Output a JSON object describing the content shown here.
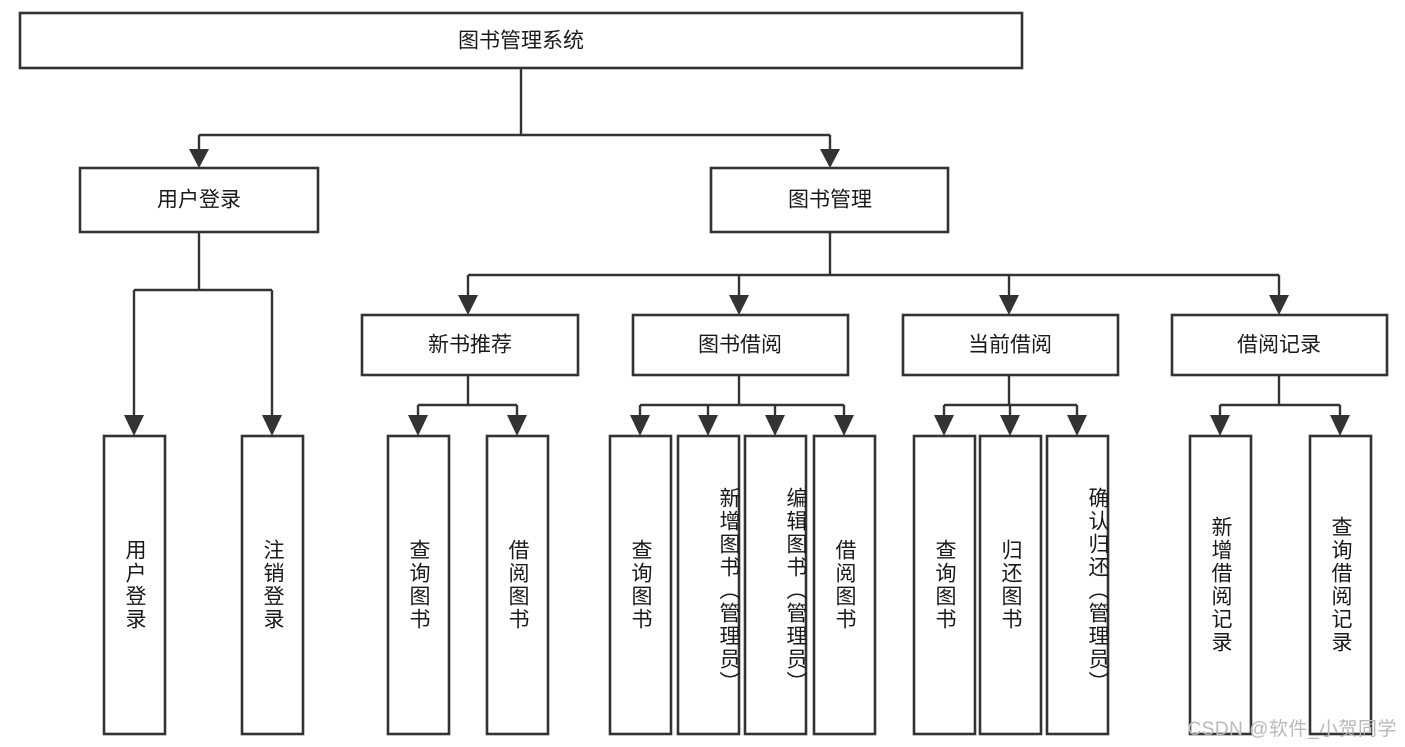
{
  "diagram": {
    "title": "图书管理系统",
    "type": "hierarchy-tree",
    "root": {
      "label": "图书管理系统"
    },
    "level2": [
      {
        "id": "user-login",
        "label": "用户登录"
      },
      {
        "id": "book-management",
        "label": "图书管理"
      }
    ],
    "level3": [
      {
        "id": "new-book-recommend",
        "label": "新书推荐",
        "parent": "book-management"
      },
      {
        "id": "book-borrow",
        "label": "图书借阅",
        "parent": "book-management"
      },
      {
        "id": "current-borrow",
        "label": "当前借阅",
        "parent": "book-management"
      },
      {
        "id": "borrow-record",
        "label": "借阅记录",
        "parent": "book-management"
      }
    ],
    "leaves": [
      {
        "id": "leaf-user-login",
        "label": "用户登录",
        "parent": "user-login"
      },
      {
        "id": "leaf-user-logout",
        "label": "注销登录",
        "parent": "user-login"
      },
      {
        "id": "leaf-query-book-1",
        "label": "查询图书",
        "parent": "new-book-recommend"
      },
      {
        "id": "leaf-borrow-book-1",
        "label": "借阅图书",
        "parent": "new-book-recommend"
      },
      {
        "id": "leaf-query-book-2",
        "label": "查询图书",
        "parent": "book-borrow"
      },
      {
        "id": "leaf-add-book",
        "label": "新增图书（管理员）",
        "parent": "book-borrow"
      },
      {
        "id": "leaf-edit-book",
        "label": "编辑图书（管理员）",
        "parent": "book-borrow"
      },
      {
        "id": "leaf-borrow-book-2",
        "label": "借阅图书",
        "parent": "book-borrow"
      },
      {
        "id": "leaf-query-book-3",
        "label": "查询图书",
        "parent": "current-borrow"
      },
      {
        "id": "leaf-return-book",
        "label": "归还图书",
        "parent": "current-borrow"
      },
      {
        "id": "leaf-confirm-return",
        "label": "确认归还（管理员）",
        "parent": "current-borrow"
      },
      {
        "id": "leaf-add-record",
        "label": "新增借阅记录",
        "parent": "borrow-record"
      },
      {
        "id": "leaf-query-record",
        "label": "查询借阅记录",
        "parent": "borrow-record"
      }
    ]
  },
  "watermark": {
    "text": "CSDN @软件_小贺同学"
  },
  "colors": {
    "stroke": "#333333",
    "box_fill": "#ffffff",
    "text": "#1a1a1a",
    "watermark": "#b9b9b9",
    "background": "#ffffff"
  }
}
